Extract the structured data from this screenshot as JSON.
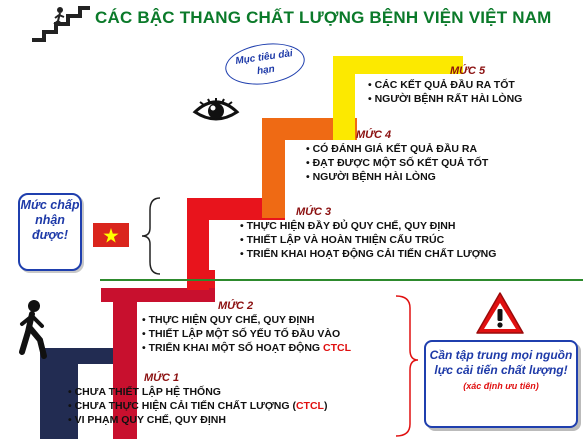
{
  "title": "CÁC BẬC THANG CHẤT LƯỢNG BỆNH VIỆN VIỆT NAM",
  "goal_label": "Mục tiêu dài hạn",
  "acceptable_label": "Mức chấp nhận được!",
  "levels": [
    {
      "title": "MỨC 1",
      "items": [
        {
          "text": "CHƯA THIẾT LẬP HỆ THỐNG",
          "highlight": ""
        },
        {
          "text": "CHƯA THỰC HIỆN CẢI TIẾN CHẤT LƯỢNG (",
          "highlight": "CTCL",
          "after": ")"
        },
        {
          "text": "VI PHẠM QUY CHẾ, QUY ĐỊNH",
          "highlight": ""
        }
      ]
    },
    {
      "title": "MỨC 2",
      "items": [
        {
          "text": "THỰC HIỆN QUY CHẾ, QUY ĐỊNH",
          "highlight": ""
        },
        {
          "text": "THIẾT LẬP MỘT SỐ YẾU TỐ ĐẦU VÀO",
          "highlight": ""
        },
        {
          "text": "TRIỂN KHAI MỘT SỐ HOẠT ĐỘNG ",
          "highlight": "CTCL"
        }
      ]
    },
    {
      "title": "MỨC 3",
      "items": [
        {
          "text": "THỰC HIỆN ĐẦY ĐỦ QUY CHẾ, QUY ĐỊNH",
          "highlight": ""
        },
        {
          "text": "THIẾT LẬP VÀ HOÀN THIỆN CẤU TRÚC",
          "highlight": ""
        },
        {
          "text": "TRIỂN  KHAI HOẠT ĐỘNG CẢI TIẾN CHẤT LƯỢNG",
          "highlight": ""
        }
      ]
    },
    {
      "title": "MỨC 4",
      "items": [
        {
          "text": "CÓ ĐÁNH GIÁ KẾT QUẢ ĐẦU RA",
          "highlight": ""
        },
        {
          "text": "ĐẠT ĐƯỢC MỘT SỐ KẾT QUẢ TỐT",
          "highlight": ""
        },
        {
          "text": "NGƯỜI BỆNH HÀI LÒNG",
          "highlight": ""
        }
      ]
    },
    {
      "title": "MỨC 5",
      "items": [
        {
          "text": "CÁC KẾT QUẢ ĐẦU RA TỐT",
          "highlight": ""
        },
        {
          "text": "NGƯỜI BỆNH RẤT HÀI LÒNG",
          "highlight": ""
        }
      ]
    }
  ],
  "note": {
    "main": "Cần tập trung mọi nguồn lực cải tiến chất lượng!",
    "sub": "(xác định ưu tiên)"
  },
  "colors": {
    "step1": "#222c52",
    "step2": "#c8102e",
    "step3": "#e8141c",
    "step4": "#ef6a14",
    "step5": "#fce900",
    "title": "#0b7a2a",
    "accent_blue": "#1e3aa8",
    "divider": "#2d8a2d"
  },
  "icons": [
    "staircase-climber-icon",
    "walking-person-icon",
    "eye-icon",
    "vietnam-flag-icon",
    "warning-icon"
  ]
}
